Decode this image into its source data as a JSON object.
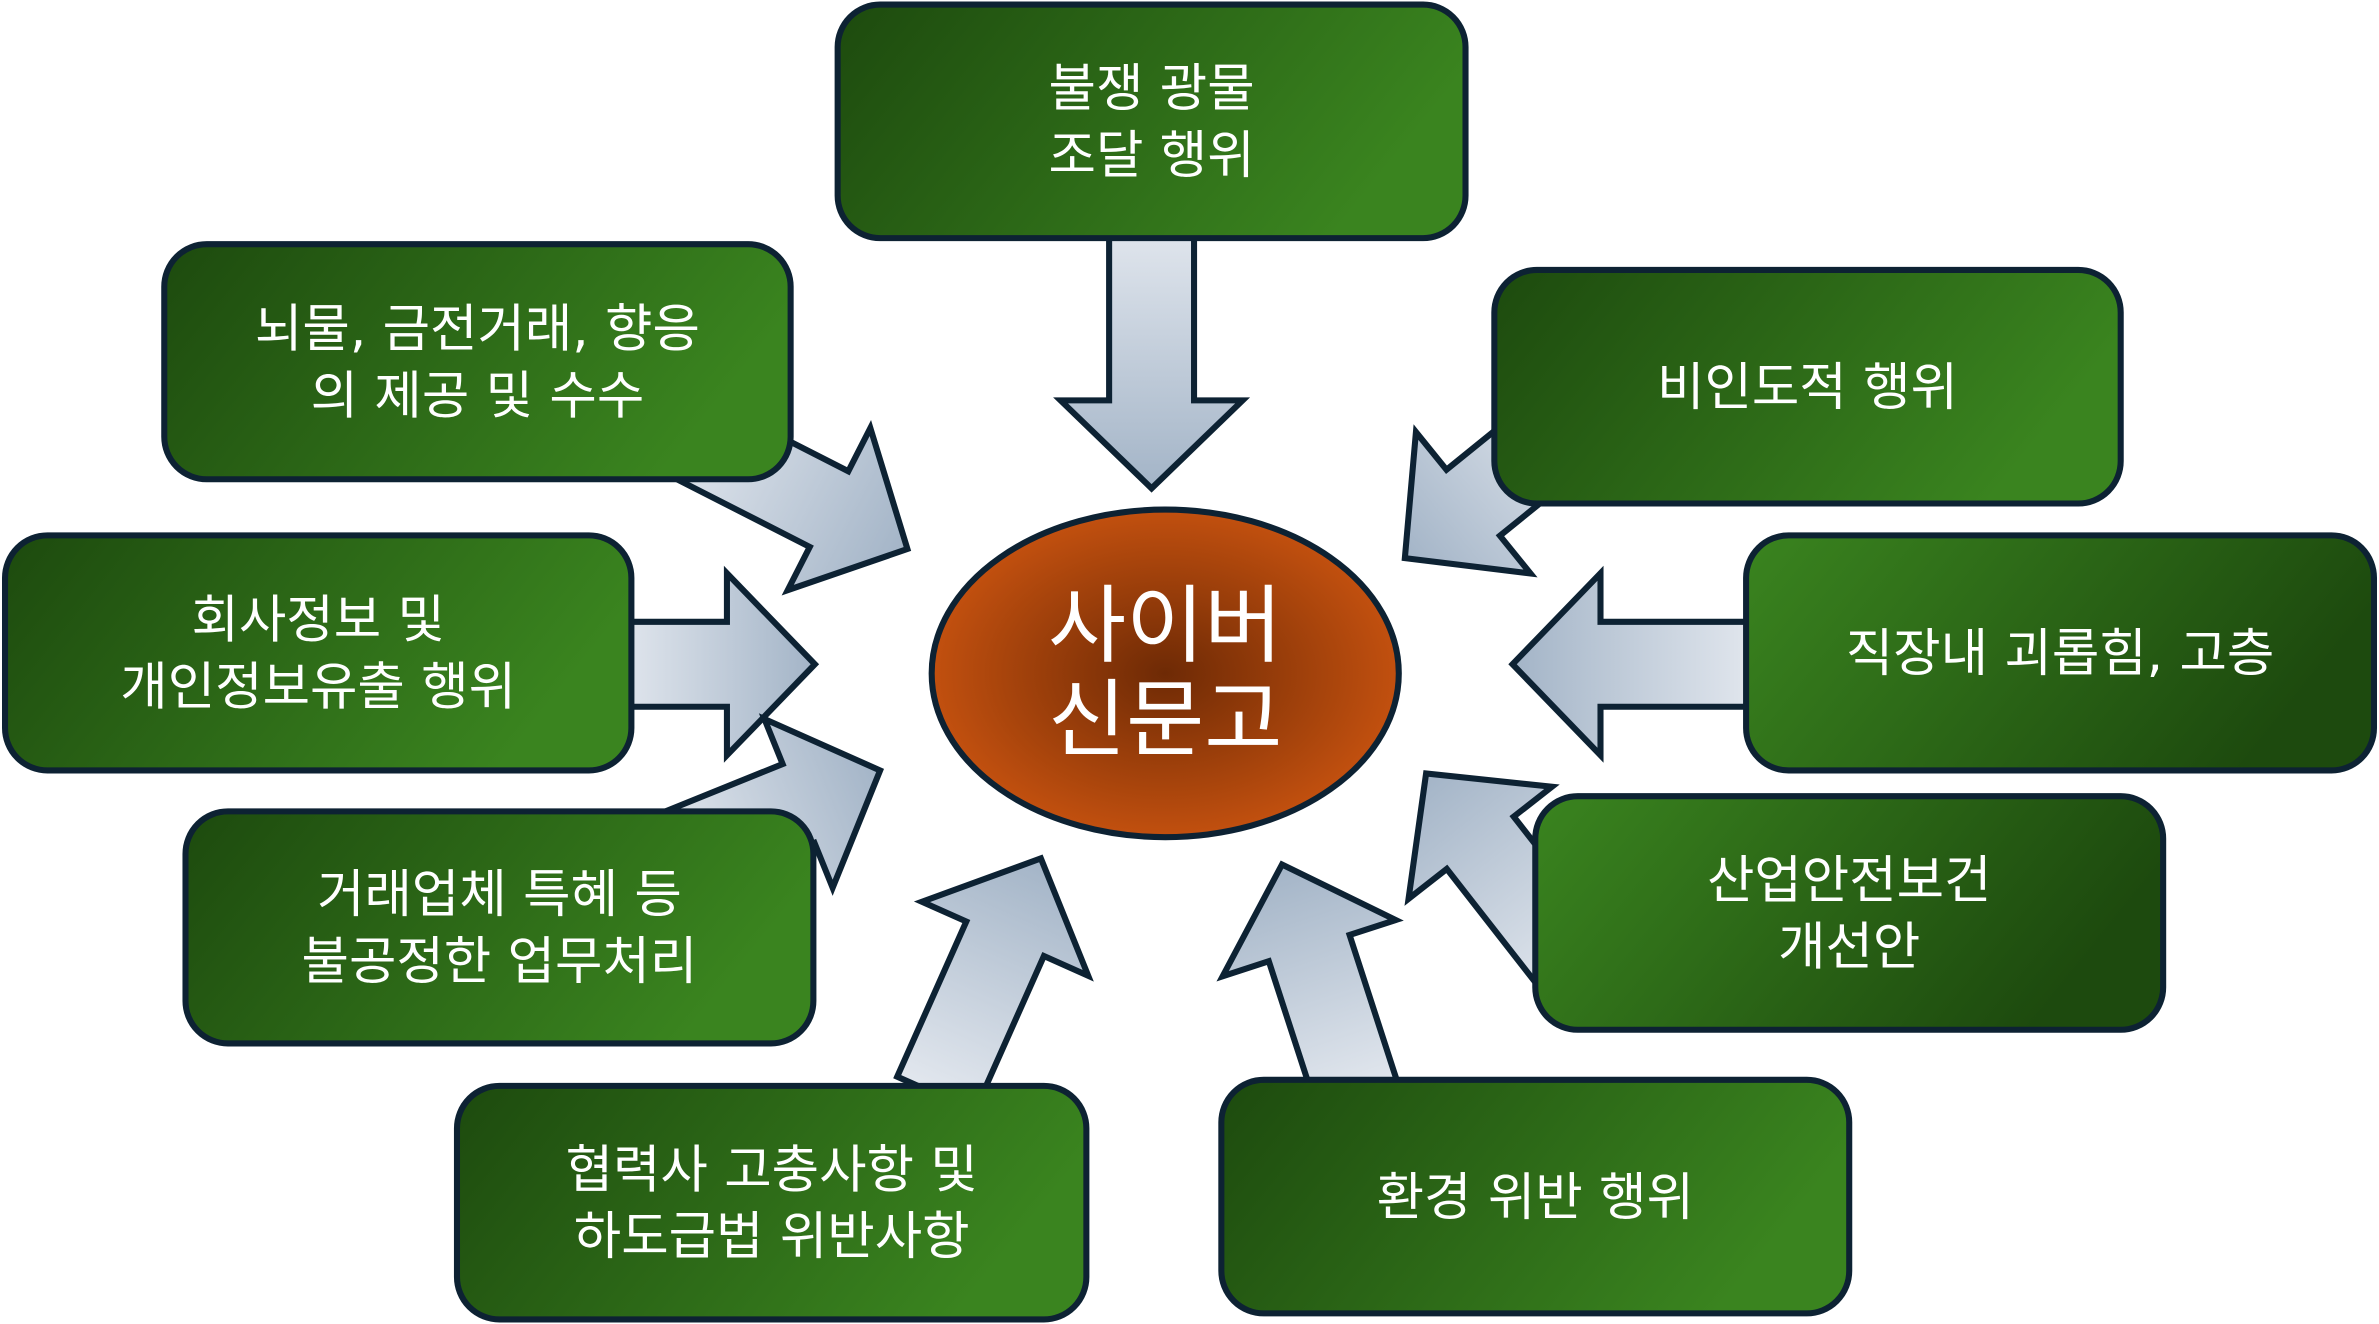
{
  "center": {
    "lines": [
      "사이버",
      "신문고"
    ]
  },
  "categories": [
    {
      "lines": [
        "불쟁 광물",
        "조달 행위"
      ]
    },
    {
      "lines": [
        "뇌물, 금전거래, 향응",
        "의 제공 및 수수"
      ]
    },
    {
      "lines": [
        "비인도적 행위"
      ]
    },
    {
      "lines": [
        "회사정보 및",
        "개인정보유출 행위"
      ]
    },
    {
      "lines": [
        "직장내 괴롭힘, 고층"
      ]
    },
    {
      "lines": [
        "거래업체 특혜 등",
        "불공정한 업무처리"
      ]
    },
    {
      "lines": [
        "산업안전보건",
        "개선안"
      ]
    },
    {
      "lines": [
        "협력사 고충사항 및",
        "하도급법 위반사항"
      ]
    },
    {
      "lines": [
        "환경 위반 행위"
      ]
    }
  ],
  "colors": {
    "box_dark": "#1d4a0e",
    "box_light": "#3a841f",
    "outline": "#0d2233",
    "arrow_dark": "#a3b4c7",
    "arrow_light": "#e2e7ee",
    "center_dark": "#6e2a05",
    "center_light": "#c2500f"
  }
}
